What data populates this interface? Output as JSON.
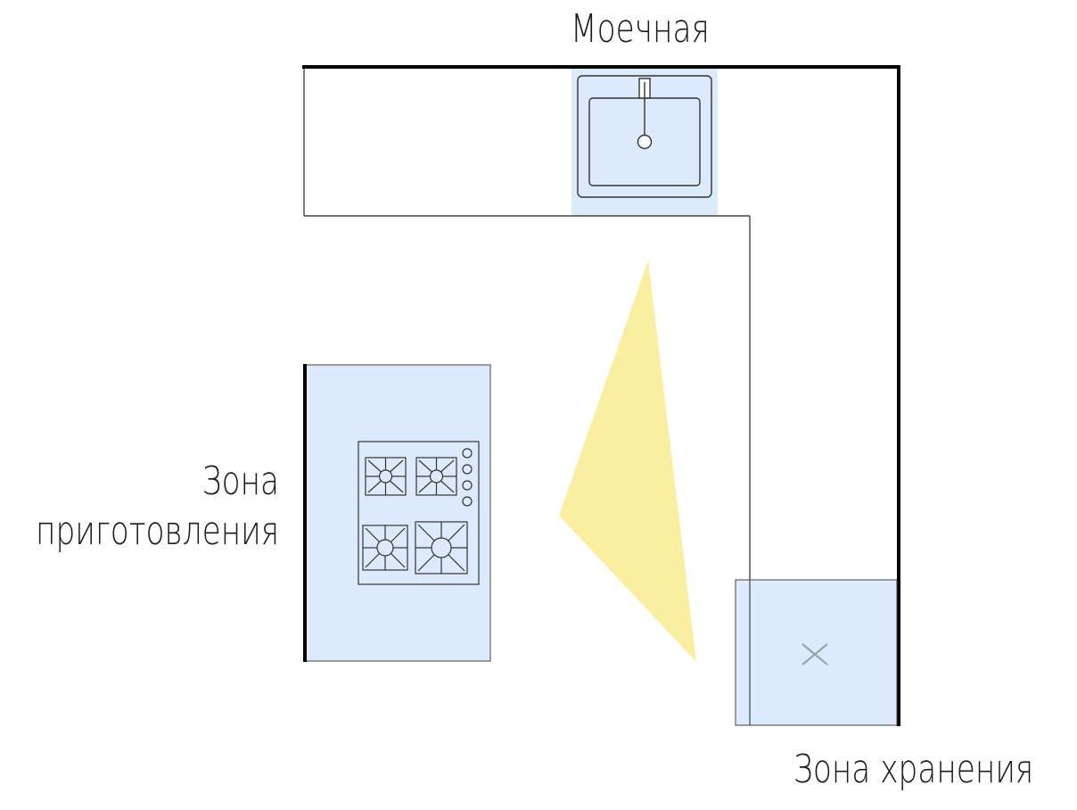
{
  "labels": {
    "sink_zone": "Моечная",
    "cooking_zone_line1": "Зона",
    "cooking_zone_line2": "приготовления",
    "storage_zone": "Зона хранения"
  },
  "colors": {
    "zone_fill": "#dceafb",
    "triangle_fill": "#faeea0",
    "wall": "#000000",
    "outline": "#444444",
    "storage_mark": "#9aa3ad"
  },
  "icons": {
    "sink": "sink-icon",
    "cooktop": "gas-hob-icon",
    "storage": "cross-mark-icon"
  }
}
